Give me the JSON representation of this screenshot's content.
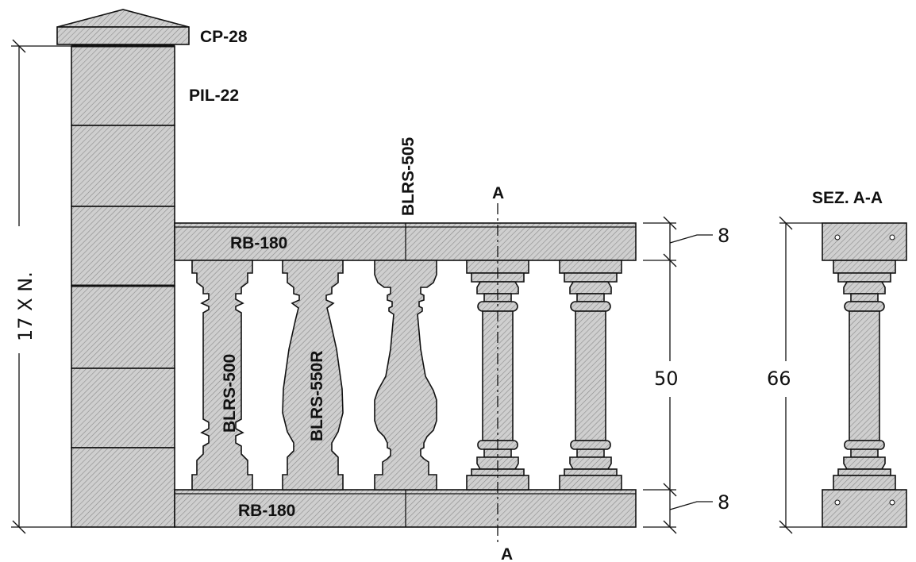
{
  "labels": {
    "cap": "CP-28",
    "pillar": "PIL-22",
    "top_rail": "RB-180",
    "bottom_rail": "RB-180",
    "baluster_a": "BLRS-500",
    "baluster_b": "BLRS-550R",
    "baluster_c": "BLRS-505",
    "section_marker_top": "A",
    "section_marker_bottom": "A",
    "section_title": "SEZ. A-A"
  },
  "dimensions": {
    "pillar_height": "17 X N.",
    "rail_top": "8",
    "baluster_height": "50",
    "rail_bottom": "8",
    "section_total": "66"
  },
  "colors": {
    "fill": "#cfcfcf",
    "hatch": "#8a8a8a",
    "stroke": "#111111"
  }
}
